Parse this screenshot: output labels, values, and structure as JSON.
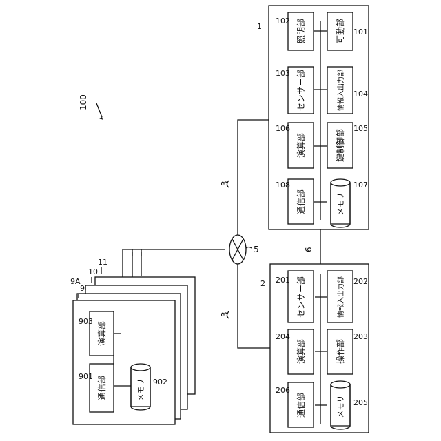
{
  "system_label": "100",
  "device1": {
    "id": "1",
    "blocks": [
      {
        "name": "照明部",
        "ref": "102"
      },
      {
        "name": "可動部",
        "ref": "101"
      },
      {
        "name": "センサー部",
        "ref": "103"
      },
      {
        "name": "情報入出力部",
        "ref": "104"
      },
      {
        "name": "演算部",
        "ref": "106"
      },
      {
        "name": "鍵制御部",
        "ref": "105"
      },
      {
        "name": "通信部",
        "ref": "108"
      },
      {
        "name": "メモリ",
        "ref": "107"
      }
    ]
  },
  "device2": {
    "id": "2",
    "blocks": [
      {
        "name": "センサー部",
        "ref": "201"
      },
      {
        "name": "情報入出力部",
        "ref": "202"
      },
      {
        "name": "演算部",
        "ref": "204"
      },
      {
        "name": "操作部",
        "ref": "203"
      },
      {
        "name": "通信部",
        "ref": "206"
      },
      {
        "name": "メモリ",
        "ref": "205"
      }
    ]
  },
  "server": {
    "id": "9A",
    "stack_labels": [
      "9",
      "10",
      "11"
    ],
    "blocks": [
      {
        "name": "演算部",
        "ref": "903"
      },
      {
        "name": "通信部",
        "ref": "901"
      },
      {
        "name": "メモリ",
        "ref": "902"
      }
    ]
  },
  "network": {
    "hub_ref": "5",
    "link_ref_upper": "3",
    "link_ref_lower": "3",
    "bus_ref": "6"
  }
}
